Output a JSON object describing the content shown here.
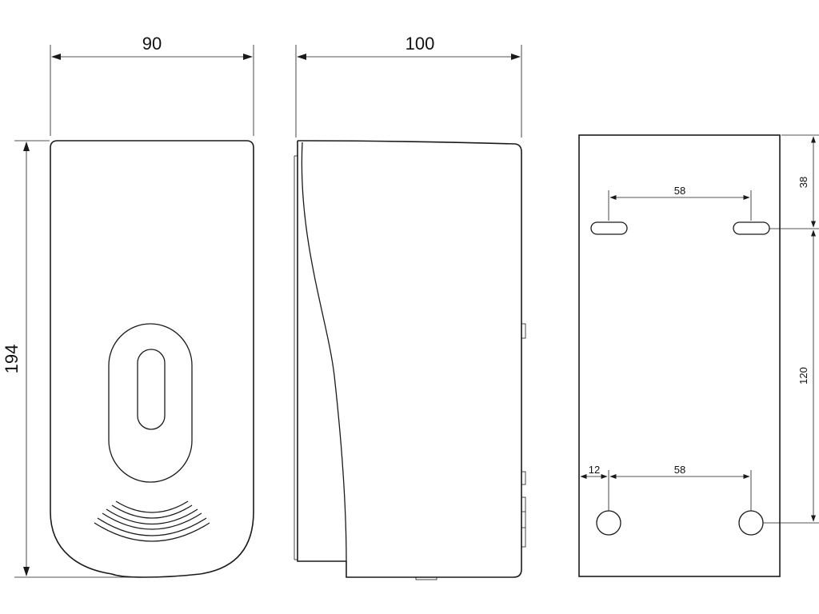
{
  "front_view": {
    "width_label": "90",
    "height_label": "194"
  },
  "side_view": {
    "depth_label": "100"
  },
  "back_view": {
    "top_slot_spacing_label": "58",
    "top_offset_label": "38",
    "vertical_spacing_label": "120",
    "edge_offset_label": "12",
    "bottom_hole_spacing_label": "58"
  }
}
